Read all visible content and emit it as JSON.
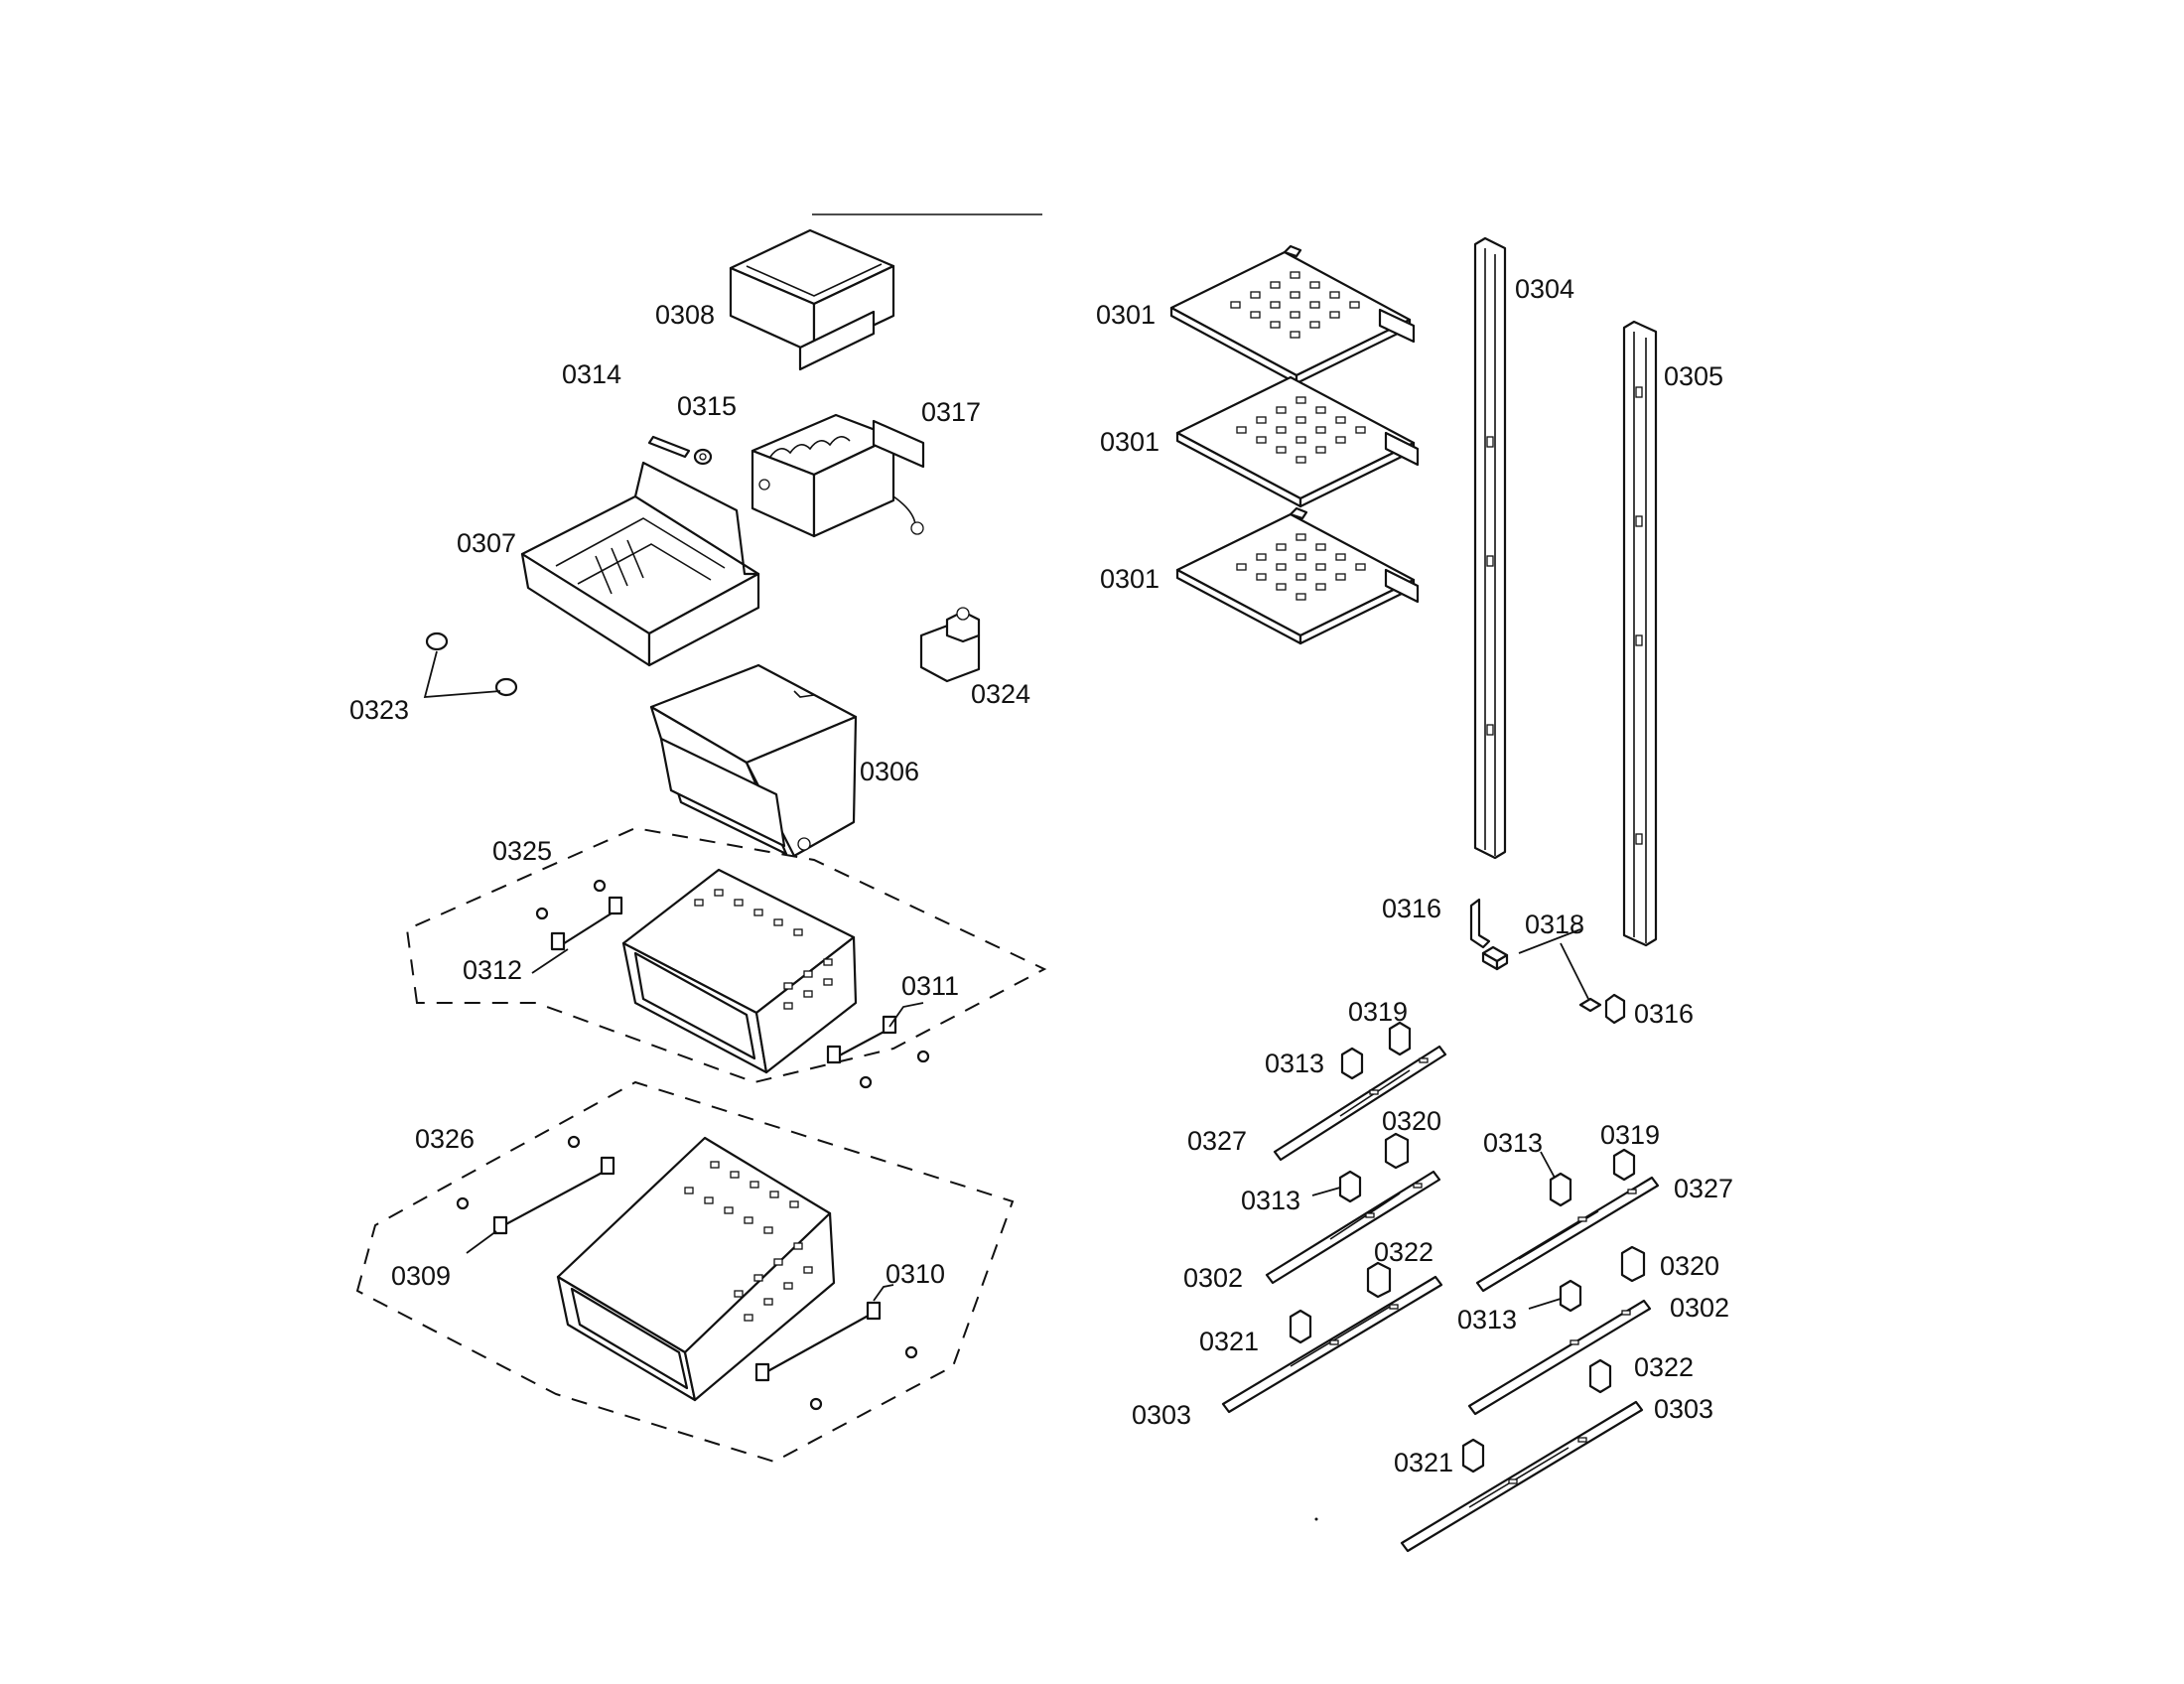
{
  "labels": {
    "p0301a": "0301",
    "p0301b": "0301",
    "p0301c": "0301",
    "p0304": "0304",
    "p0305": "0305",
    "p0308": "0308",
    "p0314": "0314",
    "p0315": "0315",
    "p0317": "0317",
    "p0307": "0307",
    "p0323": "0323",
    "p0324": "0324",
    "p0306": "0306",
    "p0325": "0325",
    "p0312": "0312",
    "p0311": "0311",
    "p0326": "0326",
    "p0309": "0309",
    "p0310": "0310",
    "p0316a": "0316",
    "p0316b": "0316",
    "p0318": "0318",
    "p0319a": "0319",
    "p0319b": "0319",
    "p0313a": "0313",
    "p0313b": "0313",
    "p0313c": "0313",
    "p0313d": "0313",
    "p0327a": "0327",
    "p0327b": "0327",
    "p0320a": "0320",
    "p0320b": "0320",
    "p0302a": "0302",
    "p0302b": "0302",
    "p0322a": "0322",
    "p0322b": "0322",
    "p0321a": "0321",
    "p0321b": "0321",
    "p0303a": "0303",
    "p0303b": "0303"
  }
}
